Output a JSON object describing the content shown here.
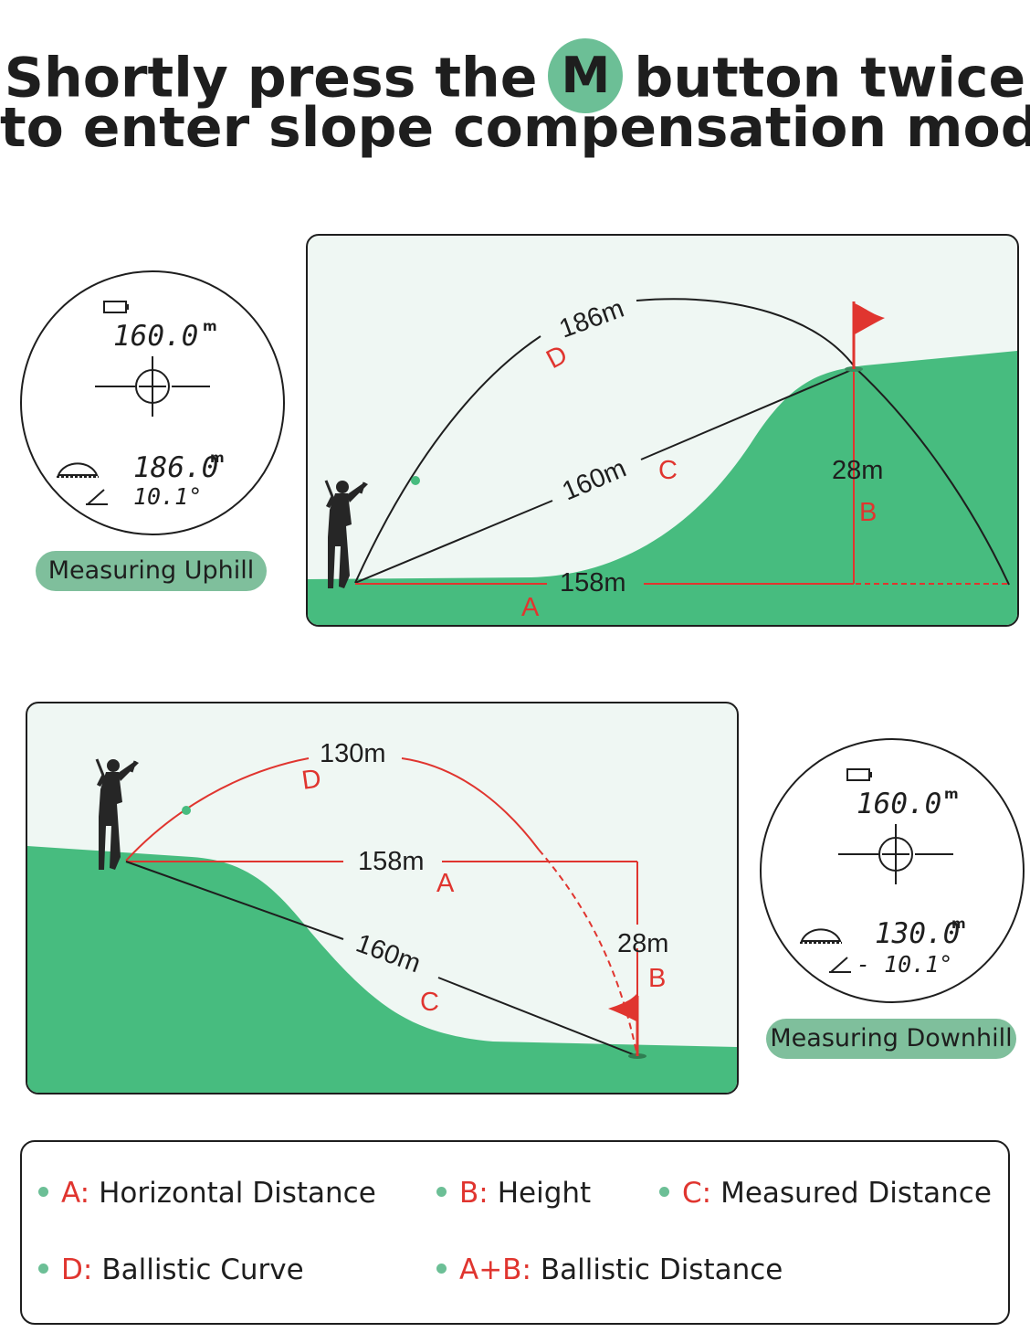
{
  "headline": {
    "line1_before": "Shortly press the",
    "button_letter": "M",
    "line1_after": "button twice",
    "line2": "to enter slope compensation mode"
  },
  "uphill": {
    "scope": {
      "target_distance": "160.0",
      "target_unit": "m",
      "compensated_distance": "186.0",
      "compensated_unit": "m",
      "angle": "10.1°"
    },
    "label": "Measuring Uphill",
    "diagram": {
      "curve_distance": "186m",
      "curve_key": "D",
      "measured_distance": "160m",
      "measured_key": "C",
      "height": "28m",
      "height_key": "B",
      "horizontal_distance": "158m",
      "horizontal_key": "A"
    }
  },
  "downhill": {
    "scope": {
      "target_distance": "160.0",
      "target_unit": "m",
      "compensated_distance": "130.0",
      "compensated_unit": "m",
      "angle": "- 10.1°"
    },
    "label": "Measuring Downhill",
    "diagram": {
      "curve_distance": "130m",
      "curve_key": "D",
      "horizontal_distance": "158m",
      "horizontal_key": "A",
      "measured_distance": "160m",
      "measured_key": "C",
      "height": "28m",
      "height_key": "B"
    }
  },
  "legend": [
    {
      "key": "A:",
      "value": "Horizontal Distance"
    },
    {
      "key": "B:",
      "value": "Height"
    },
    {
      "key": "C:",
      "value": "Measured Distance"
    },
    {
      "key": "D:",
      "value": "Ballistic Curve"
    },
    {
      "key": "A+B:",
      "value": "Ballistic Distance"
    }
  ],
  "colors": {
    "grass": "#47bc7f",
    "sky": "#eff7f3",
    "accent_red": "#e0352f",
    "pill": "#7fbf9c",
    "dot": "#6cbf96"
  },
  "icons": [
    "golfer-icon",
    "flag-icon",
    "crosshair-icon",
    "battery-icon",
    "mode-icon",
    "angle-icon"
  ]
}
